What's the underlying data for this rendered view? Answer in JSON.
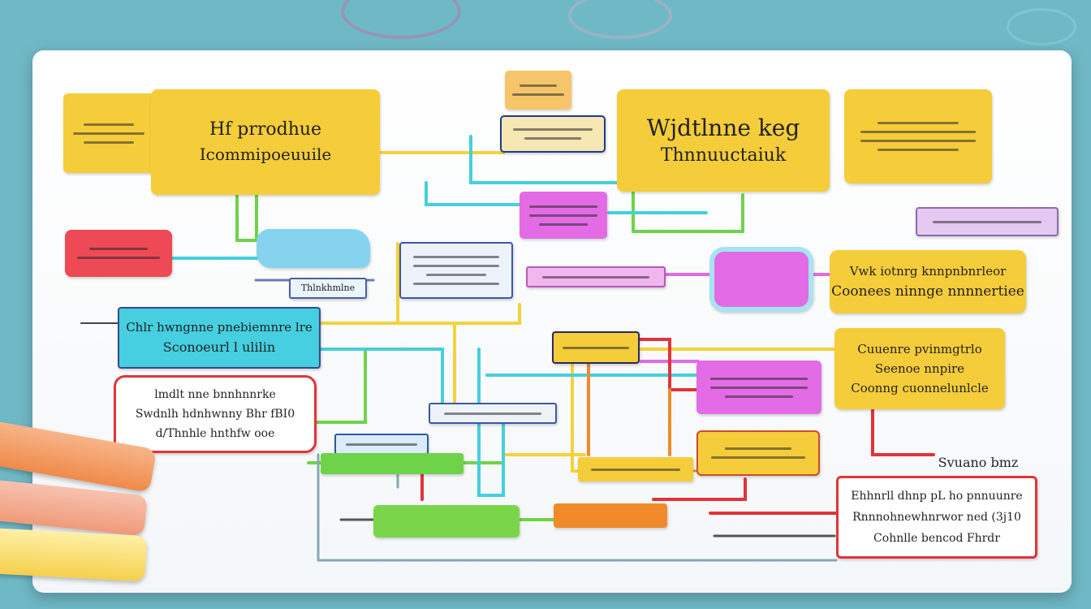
{
  "notes": {
    "yellow_main_left": {
      "line1": "Hf prrodhue",
      "line2": "Icommipoeuuile"
    },
    "yellow_main_right": {
      "line1": "Wjdtlnne keg",
      "line2": "Thnnuuctaiuk"
    },
    "cyan_left": {
      "line1": "Chlr hwngnne pnebiemnre lre",
      "line2": "Sconoeurl l ulilin"
    },
    "red_outline_left": {
      "line1": "lmdlt nne bnnhnnrke",
      "line2": "Swdnlh hdnhwnny Bhr fBI0",
      "line3": "d/Thnhle hnthfw ooe"
    },
    "yellow_right_1": {
      "line1": "Vwk iotnrg knnpnbnrleor",
      "line2": "Coonees ninnge nnnnertiee"
    },
    "yellow_right_2": {
      "line1": "Cuuenre pvinmgtrlo",
      "line2": "Seenoe nnpire",
      "line3": "Coonng cuonnelunlcle"
    },
    "red_title_right": {
      "text": "Svuano bmz"
    },
    "red_box_right": {
      "line1": "Ehhnrll dhnp pL ho pnnuunre",
      "line2": "Rnnnohnewhnrwor ned (3j10",
      "line3": "Cohnlle bencod Fhrdr"
    },
    "small_sketch": {
      "text": "Thlnkhmlne"
    }
  },
  "colors": {
    "yellow": "#f5cd3a",
    "cyan": "#45cfe0",
    "magenta": "#e36be6",
    "red": "#e0343a",
    "green": "#6fd34a",
    "orange": "#f08a2a",
    "background": "#6fb9c6"
  }
}
